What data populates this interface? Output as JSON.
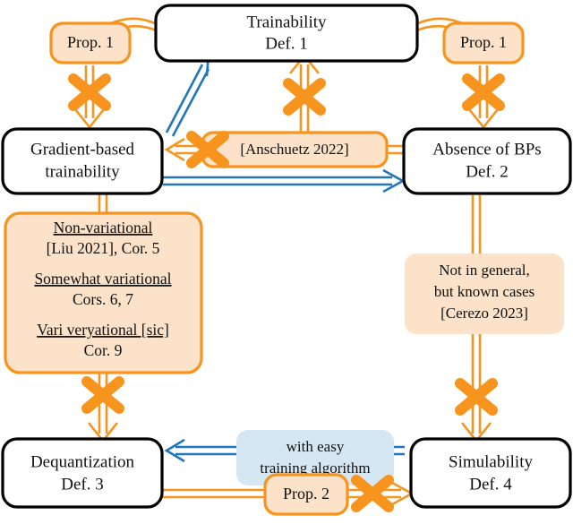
{
  "title": "Relationships between trainability, absence of barren plateaus, dequantization and simulability",
  "colors": {
    "orange": "#f7941e",
    "orange_fill": "#fce2c9",
    "blue": "#2176bc",
    "blue_fill": "#d6e7f4",
    "black": "#000000",
    "white": "#ffffff"
  },
  "nodes": {
    "trainability": {
      "line1": "Trainability",
      "line2": "Def. 1"
    },
    "gradient_based": {
      "line1": "Gradient-based",
      "line2": "trainability"
    },
    "absence_bps": {
      "line1": "Absence of BPs",
      "line2": "Def. 2"
    },
    "dequantization": {
      "line1": "Dequantization",
      "line2": "Def. 3"
    },
    "simulability": {
      "line1": "Simulability",
      "line2": "Def. 4"
    }
  },
  "labels": {
    "prop1_left": "Prop. 1",
    "prop1_right": "Prop. 1",
    "prop2": "Prop. 2",
    "anschuetz": "[Anschuetz 2022]",
    "easy_training": {
      "line1": "with easy",
      "line2": "training algorithm"
    },
    "cerezo": {
      "line1": "Not in general,",
      "line2": "but known cases",
      "line3": "[Cerezo 2023]"
    }
  },
  "variational_box": {
    "entries": [
      {
        "heading": "Non-variational",
        "detail": "[Liu 2021], Cor. 5"
      },
      {
        "heading": "Somewhat variational",
        "detail": "Cors. 6, 7"
      },
      {
        "heading": "Vari veryational [sic]",
        "detail": "Cor. 9"
      }
    ]
  },
  "edges": [
    {
      "name": "prop1-left-crossed",
      "from": "trainability",
      "to": "gradient_based",
      "style": "orange-double",
      "crossed": true
    },
    {
      "name": "prop1-right-crossed",
      "from": "trainability",
      "to": "absence_bps",
      "style": "orange-double",
      "crossed": true
    },
    {
      "name": "gradient-to-trainability",
      "from": "gradient_based",
      "to": "trainability",
      "style": "blue-double",
      "crossed": false
    },
    {
      "name": "absence-to-trainability-crossed",
      "from": "absence_bps",
      "to": "trainability",
      "style": "orange-double",
      "crossed": true
    },
    {
      "name": "anschuetz-crossed",
      "from": "absence_bps",
      "to": "gradient_based",
      "style": "orange-double",
      "crossed": true
    },
    {
      "name": "gradient-to-absence",
      "from": "gradient_based",
      "to": "absence_bps",
      "style": "blue-double",
      "crossed": false
    },
    {
      "name": "variational-to-dequantization-crossed",
      "from": "gradient_based",
      "to": "dequantization",
      "style": "orange-double",
      "crossed": true
    },
    {
      "name": "absence-to-simulability-crossed",
      "from": "absence_bps",
      "to": "simulability",
      "style": "orange-double",
      "crossed": true
    },
    {
      "name": "simulability-to-dequantization",
      "from": "simulability",
      "to": "dequantization",
      "style": "blue-double",
      "crossed": false
    },
    {
      "name": "dequantization-to-simulability-crossed",
      "from": "dequantization",
      "to": "simulability",
      "style": "orange-double",
      "crossed": true
    }
  ]
}
